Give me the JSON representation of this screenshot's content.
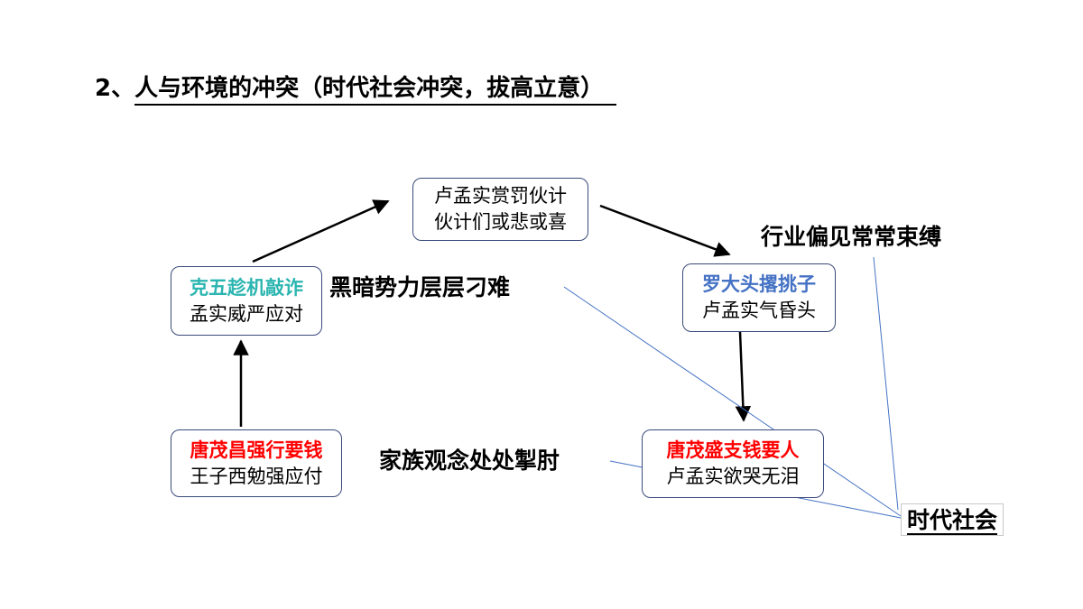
{
  "title": {
    "number": "2、",
    "text": "人与环境的冲突（时代社会冲突，拔高立意）"
  },
  "nodes": {
    "top": {
      "line1": "卢孟实赏罚伙计",
      "line2": "伙计们或悲或喜"
    },
    "left_mid": {
      "line1": "克五趁机敲诈",
      "line2": "孟实威严应对",
      "line1_color": "#2bb5b0"
    },
    "right_mid": {
      "line1": "罗大头撂挑子",
      "line2": "卢孟实气昏头",
      "line1_color": "#4472c4"
    },
    "left_bottom": {
      "line1": "唐茂昌强行要钱",
      "line2": "王子西勉强应付",
      "line1_color": "#ff0000"
    },
    "right_bottom": {
      "line1": "唐茂盛支钱要人",
      "line2": "卢孟实欲哭无泪",
      "line1_color": "#ff0000"
    }
  },
  "labels": {
    "dark_forces": "黑暗势力层层刁难",
    "industry_bias": "行业偏见常常束缚",
    "family_values": "家族观念处处掣肘",
    "era_society": "时代社会"
  },
  "colors": {
    "arrow": "#000000",
    "connector": "#4472c4",
    "box_border": "#3a4a7a"
  }
}
